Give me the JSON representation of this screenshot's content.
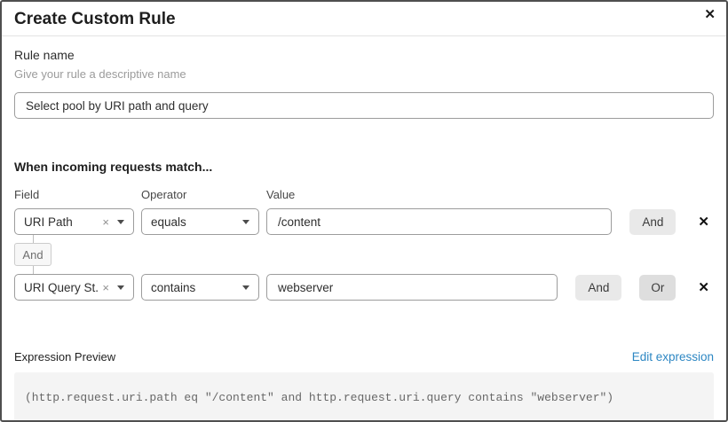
{
  "modal": {
    "title": "Create Custom Rule",
    "close_icon": "✕"
  },
  "rule_name": {
    "label": "Rule name",
    "hint": "Give your rule a descriptive name",
    "value": "Select pool by URI path and query"
  },
  "match_builder": {
    "heading": "When incoming requests match...",
    "columns": {
      "field": "Field",
      "operator": "Operator",
      "value": "Value"
    },
    "rows": [
      {
        "field": "URI Path",
        "operator": "equals",
        "value": "/content"
      },
      {
        "field": "URI Query St...",
        "operator": "contains",
        "value": "webserver"
      }
    ],
    "connector_label": "And",
    "and_label": "And",
    "or_label": "Or",
    "clear_icon": "×",
    "remove_icon": "✕"
  },
  "expression_preview": {
    "label": "Expression Preview",
    "edit_link": "Edit expression",
    "expression": "(http.request.uri.path eq \"/content\" and http.request.uri.query contains \"webserver\")"
  },
  "colors": {
    "link_blue": "#2d87c3",
    "input_border": "#9c9c9c",
    "button_gray": "#e9e9e9",
    "code_background": "#f4f4f4",
    "modal_border": "#4f4f4f"
  }
}
